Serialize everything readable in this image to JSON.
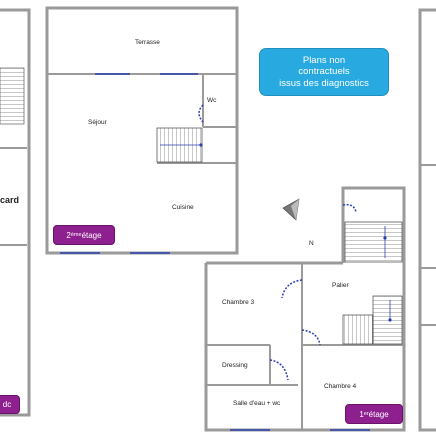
{
  "plan": {
    "rooms": {
      "terrasse": "Terrasse",
      "sejour": "Séjour",
      "wc": "Wc",
      "cuisine": "Cuisine",
      "chambre3": "Chambre 3",
      "palier": "Palier",
      "dressing": "Dressing",
      "salle_eau": "Salle d'eau + wc",
      "chambre4": "Chambre 4",
      "placard_partial": "card"
    },
    "compass_label": "N",
    "notice_lines": [
      "Plans non",
      "contractuels",
      "issus des diagnostics"
    ],
    "floor_2": {
      "number": "2",
      "suffix": "ème",
      "label": " étage"
    },
    "floor_1": {
      "number": "1",
      "suffix": "er",
      "label": " étage"
    },
    "partial_badge": "dc",
    "colors": {
      "wall": "#9a9a9a",
      "door": "#2a3fb0",
      "badge": "#8e1f8e",
      "notice": "#28a9e0"
    }
  }
}
